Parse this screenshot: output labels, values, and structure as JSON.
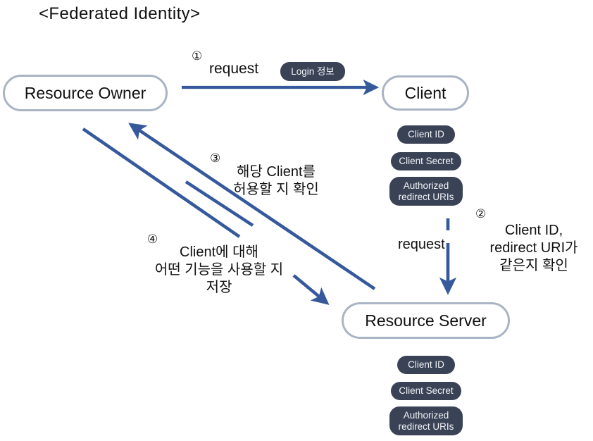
{
  "title": "<Federated Identity>",
  "colors": {
    "arrow": "#36599c",
    "node_border": "#a9b4c4",
    "badge_bg": "#3a4356",
    "badge_text": "#f2f4f8",
    "text": "#111111",
    "background": "#ffffff"
  },
  "nodes": [
    {
      "id": "resource-owner",
      "label": "Resource Owner"
    },
    {
      "id": "client",
      "label": "Client"
    },
    {
      "id": "resource-server",
      "label": "Resource Server"
    }
  ],
  "badges": {
    "login": "Login 정보",
    "client_stack": [
      "Client ID",
      "Client Secret",
      "Authorized\nredirect URIs"
    ],
    "server_stack": [
      "Client ID",
      "Client Secret",
      "Authorized\nredirect URIs"
    ]
  },
  "steps": [
    {
      "marker": "①",
      "label": "request",
      "from": "resource-owner",
      "to": "client"
    },
    {
      "marker": "②",
      "label": "request",
      "note": "Client ID,\nredirect URI가\n같은지 확인",
      "from": "client",
      "to": "resource-server"
    },
    {
      "marker": "③",
      "note": "해당 Client를\n허용할 지 확인",
      "from": "resource-server",
      "to": "resource-owner"
    },
    {
      "marker": "④",
      "note": "Client에 대해\n어떤 기능을 사용할 지\n저장",
      "from": "resource-owner",
      "to": "resource-server"
    }
  ]
}
